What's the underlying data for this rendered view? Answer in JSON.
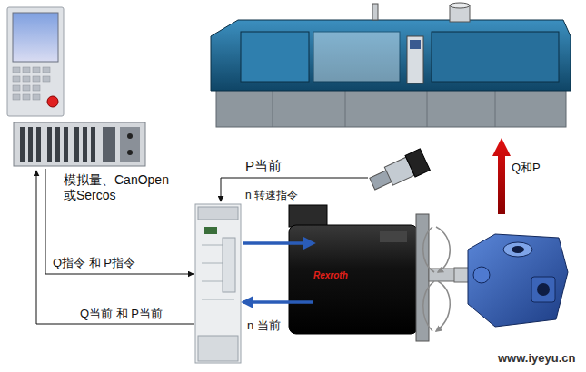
{
  "diagram": {
    "labels": [
      "模拟量、CanOpen 或Sercos",
      "P当前",
      "n 转速指令",
      "Q指令 和 P指令",
      "Q当前 和 P当前",
      "n 当前",
      "Q和P",
      "Rexroth",
      "www.iyeyu.cn"
    ]
  }
}
